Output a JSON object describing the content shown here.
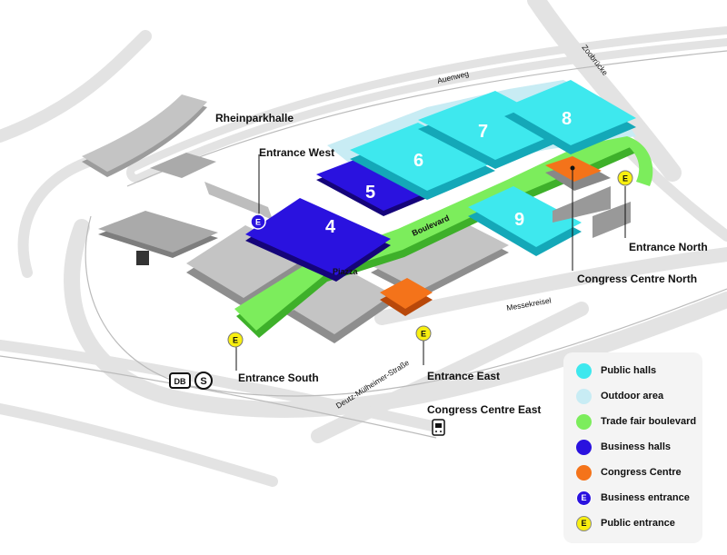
{
  "colors": {
    "public_halls": "#3ee8ee",
    "outdoor_area": "#c8ecf4",
    "boulevard": "#7ced5c",
    "business_halls": "#2a12df",
    "congress_centre": "#f4731a",
    "business_entrance": "#2a12df",
    "public_entrance": "#f8ef10",
    "building_gray": "#c4c4c4",
    "road": "#e3e3e3"
  },
  "labels": {
    "rheinparkhalle": "Rheinparkhalle",
    "entrance_west": "Entrance West",
    "entrance_south": "Entrance South",
    "entrance_east": "Entrance East",
    "entrance_north": "Entrance North",
    "congress_centre_north": "Congress Centre North",
    "congress_centre_east": "Congress Centre East",
    "piazza": "Piazza",
    "boulevard": "Boulevard"
  },
  "roads": {
    "auenweg": "Auenweg",
    "zoobruecke": "Zoobrücke",
    "messekreisel": "Messekreisel",
    "deutz": "Deutz-Mülheimer-Straße"
  },
  "halls": {
    "h4": "4",
    "h5": "5",
    "h6": "6",
    "h7": "7",
    "h8": "8",
    "h9": "9"
  },
  "markers": {
    "entrance_letter": "E",
    "db": "DB",
    "sbahn": "S"
  },
  "legend": {
    "items": [
      {
        "label": "Public halls",
        "icon": "cyan-dot"
      },
      {
        "label": "Outdoor area",
        "icon": "light-blue-dot"
      },
      {
        "label": "Trade fair boulevard",
        "icon": "green-dot"
      },
      {
        "label": "Business halls",
        "icon": "blue-dot"
      },
      {
        "label": "Congress Centre",
        "icon": "orange-dot"
      },
      {
        "label": "Business entrance",
        "icon": "blue-e-dot",
        "letter": "E"
      },
      {
        "label": "Public entrance",
        "icon": "yellow-e-dot",
        "letter": "E"
      }
    ]
  }
}
